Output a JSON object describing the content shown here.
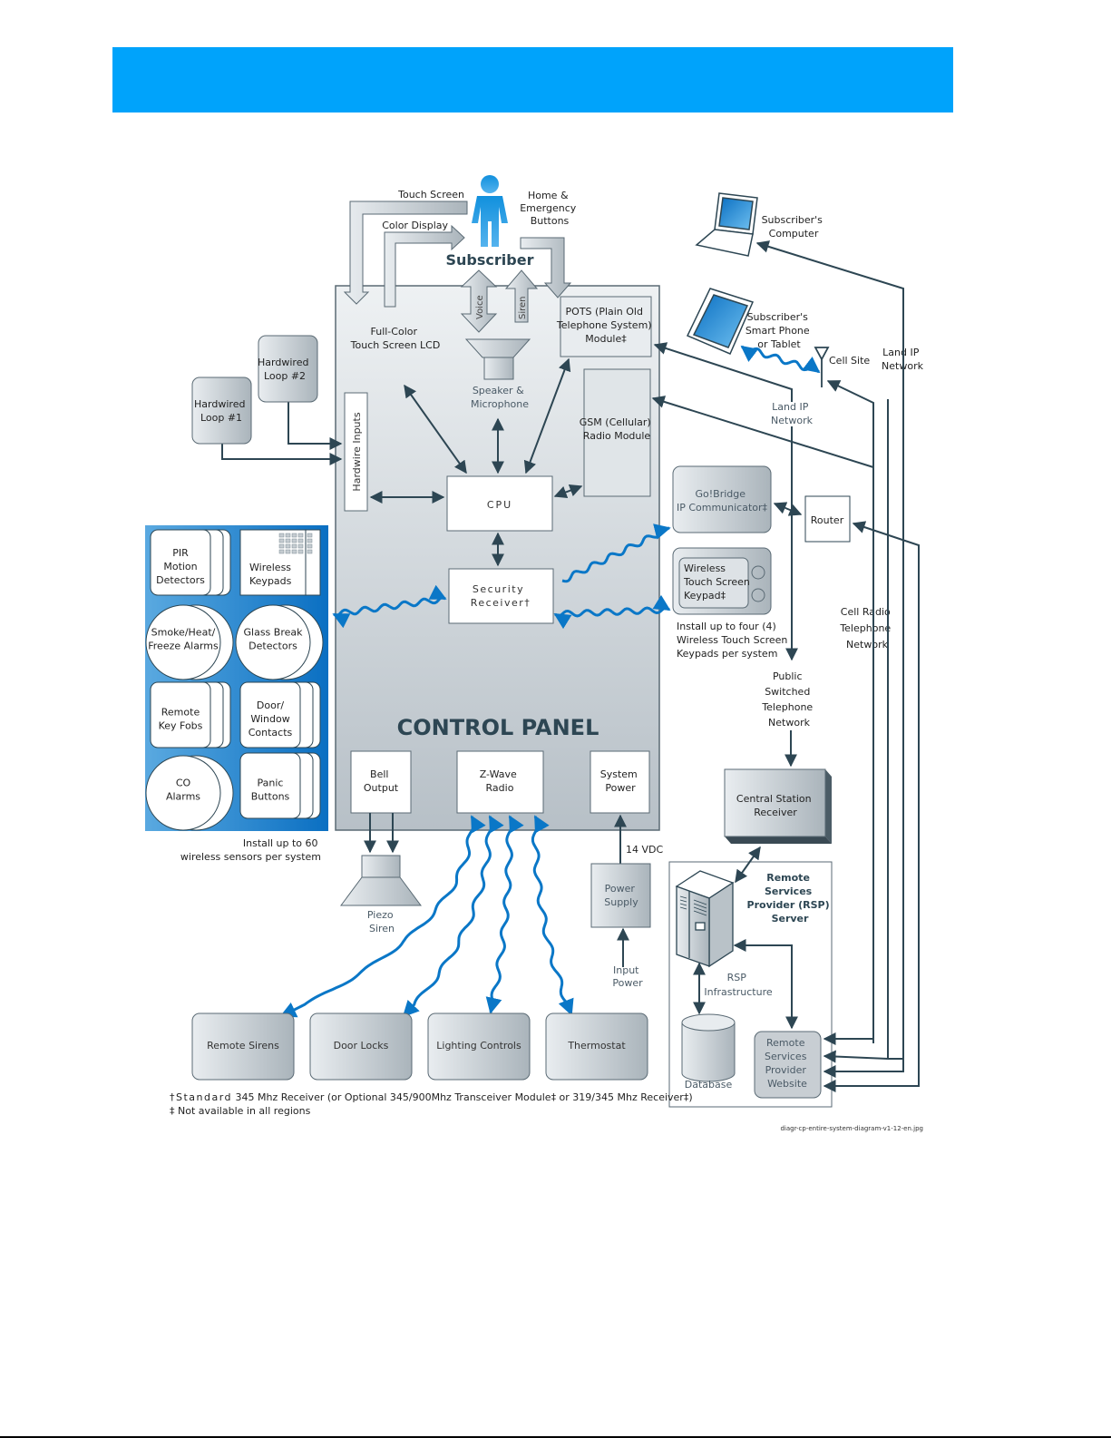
{
  "banner": {
    "color": "#00a3fb"
  },
  "colors": {
    "dark_line": "#2d4653",
    "wireless_blue": "#0a77c7",
    "panel_gray": "#c9d0d5",
    "sensor_panel_blue": "#0a6fc2"
  },
  "subscriber": {
    "title": "Subscriber",
    "touch_screen": "Touch Screen",
    "color_display": "Color Display",
    "home_emergency": [
      "Home &",
      "Emergency",
      "Buttons"
    ],
    "voice": "Voice",
    "siren": "Siren"
  },
  "control_panel": {
    "title": "CONTROL PANEL",
    "lcd": [
      "Full-Color",
      "Touch Screen LCD"
    ],
    "speaker": [
      "Speaker &",
      "Microphone"
    ],
    "pots": [
      "POTS (Plain Old",
      "Telephone System)",
      "Module‡"
    ],
    "gsm": [
      "GSM (Cellular)",
      "Radio Module"
    ],
    "hardwire_inputs": "Hardwire Inputs",
    "cpu": "CPU",
    "security_receiver": [
      "Security",
      "Receiver†"
    ],
    "bell_output": [
      "Bell",
      "Output"
    ],
    "zwave": [
      "Z-Wave",
      "Radio"
    ],
    "system_power": [
      "System",
      "Power"
    ]
  },
  "hardwired": {
    "loop1": [
      "Hardwired",
      "Loop #1"
    ],
    "loop2": [
      "Hardwired",
      "Loop #2"
    ]
  },
  "sensors": {
    "items": [
      {
        "label": [
          "PIR",
          "Motion",
          "Detectors"
        ],
        "shape": "card"
      },
      {
        "label": [
          "Wireless",
          "Keypads"
        ],
        "shape": "keypad"
      },
      {
        "label": [
          "Smoke/Heat/",
          "Freeze Alarms"
        ],
        "shape": "circle"
      },
      {
        "label": [
          "Glass Break",
          "Detectors"
        ],
        "shape": "circle"
      },
      {
        "label": [
          "Remote",
          "Key Fobs"
        ],
        "shape": "card"
      },
      {
        "label": [
          "Door/",
          "Window",
          "Contacts"
        ],
        "shape": "card"
      },
      {
        "label": [
          "CO",
          "Alarms"
        ],
        "shape": "circle"
      },
      {
        "label": [
          "Panic",
          "Buttons"
        ],
        "shape": "card"
      }
    ],
    "note": [
      "Install up to 60",
      "wireless sensors per system"
    ]
  },
  "piezo": [
    "Piezo",
    "Siren"
  ],
  "power": {
    "supply": [
      "Power",
      "Supply"
    ],
    "vdc": "14 VDC",
    "input": [
      "Input",
      "Power"
    ]
  },
  "zwave_devices": [
    "Remote Sirens",
    "Door Locks",
    "Lighting Controls",
    "Thermostat"
  ],
  "right": {
    "computer": [
      "Subscriber's",
      "Computer"
    ],
    "phone": [
      "Subscriber's",
      "Smart Phone",
      "or Tablet"
    ],
    "cell_site": "Cell Site",
    "land_ip_right": [
      "Land IP",
      "Network"
    ],
    "land_ip_mid": [
      "Land IP",
      "Network"
    ],
    "gobridge": [
      "Go!Bridge",
      "IP Communicator‡"
    ],
    "router": "Router",
    "wtsk": [
      "Wireless",
      "Touch Screen",
      "Keypad‡"
    ],
    "wtsk_note": [
      "Install up to four (4)",
      "Wireless Touch Screen",
      "Keypads per system"
    ],
    "cell_radio": [
      "Cell Radio",
      "Telephone",
      "Network"
    ],
    "pstn": [
      "Public",
      "Switched",
      "Telephone",
      "Network"
    ],
    "central_station": [
      "Central Station",
      "Receiver"
    ],
    "rsp_server": [
      "Remote",
      "Services",
      "Provider (RSP)",
      "Server"
    ],
    "rsp_infra": [
      "RSP",
      "Infrastructure"
    ],
    "database": "Database",
    "rsp_website": [
      "Remote",
      "Services",
      "Provider",
      "Website"
    ]
  },
  "footnotes": {
    "dagger_prefix": "†Standard",
    "dagger": " 345 Mhz Receiver (or Optional 345/900Mhz Transceiver Module‡ or 319/345 Mhz Receiver‡)",
    "double_dagger": "‡ Not available in all regions",
    "filename": "diagr-cp-entire-system-diagram-v1-12-en.jpg"
  }
}
